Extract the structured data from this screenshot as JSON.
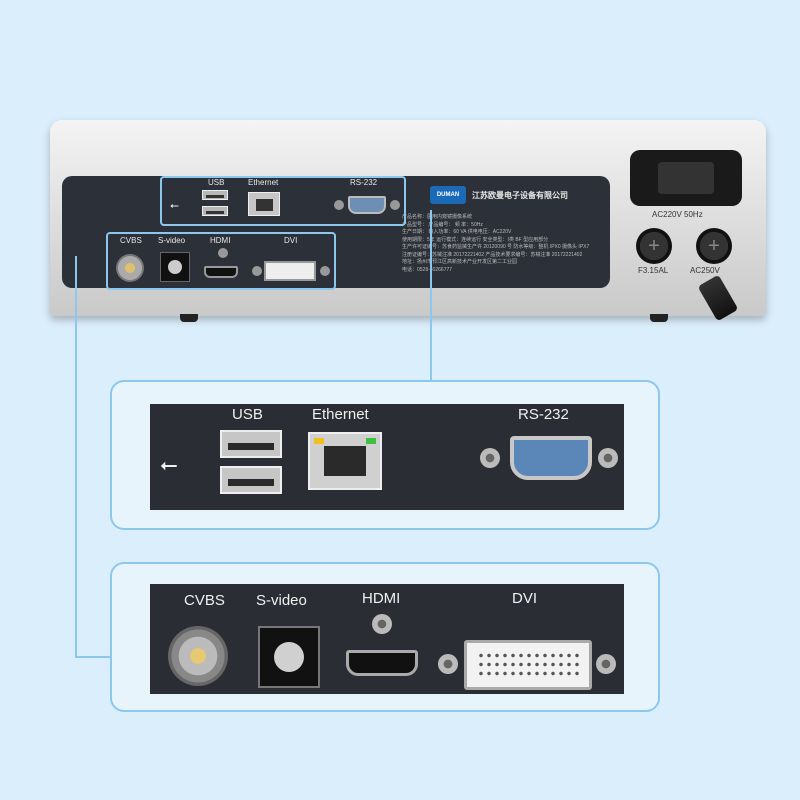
{
  "device": {
    "brand_logo": "DUMAN",
    "brand_name": "江苏欧曼电子设备有限公司",
    "info_lines": [
      "产品名称：医用内窥镜摄像系统",
      "产品型号：        产品编号：        频  率：50Hz",
      "生产日期：        输入功率：60 VA   供电电压：AC220V",
      "使用期限：5年     运行模式：连续运行   安全类型：I类 BF 型应用部分",
      "生产许可证编号：苏食药监械生产许 20120090 号  防水等级：整机 IPX0  摄像头 IPX7",
      "注册证编号：苏械注准 20172221402   产品技术要求编号：苏械注准 20172221402",
      "地址：扬州市邗江区高新技术产业开发区第二工业园",
      "电话：0528-80266777"
    ],
    "labels": {
      "usb": "USB",
      "ethernet": "Ethernet",
      "rs232": "RS-232",
      "cvbs": "CVBS",
      "svideo": "S-video",
      "hdmi": "HDMI",
      "dvi": "DVI",
      "power": "AC220V  50Hz",
      "fuse": "F3.15AL",
      "fuse_voltage": "AC250V"
    }
  },
  "zoom_top": {
    "usb": "USB",
    "ethernet": "Ethernet",
    "rs232": "RS-232",
    "usb_icon": "usb-icon"
  },
  "zoom_bottom": {
    "cvbs": "CVBS",
    "svideo": "S-video",
    "hdmi": "HDMI",
    "dvi": "DVI"
  },
  "colors": {
    "background": "#dbeefb",
    "highlight": "#8cc8ee",
    "panel": "#2c3038"
  }
}
